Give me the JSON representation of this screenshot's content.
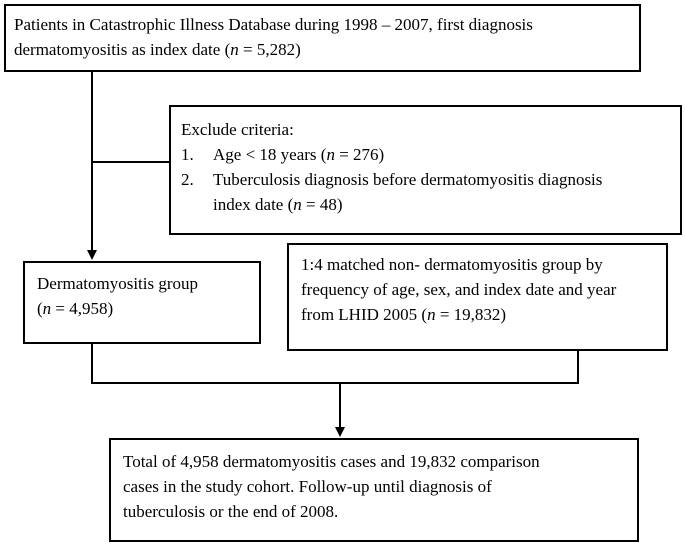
{
  "flowchart": {
    "source_box": {
      "line1": "Patients in Catastrophic Illness Database during 1998 – 2007, first diagnosis",
      "line2_pre": "dermatomyositis as index date (",
      "n_label": "n",
      "line2_post": " = 5,282)"
    },
    "exclude_box": {
      "heading": "Exclude criteria:",
      "items": [
        {
          "number": "1.",
          "pre": "Age < 18 years (",
          "n_label": "n",
          "post": " = 276)"
        },
        {
          "number": "2.",
          "line1": "Tuberculosis diagnosis before dermatomyositis diagnosis",
          "pre": "index date (",
          "n_label": "n",
          "post": " = 48)"
        }
      ]
    },
    "dm_group_box": {
      "line1": "Dermatomyositis group",
      "pre": "(",
      "n_label": "n",
      "post": " = 4,958)"
    },
    "comparison_box": {
      "line1": "1:4 matched non- dermatomyositis group by",
      "line2": "frequency of age, sex, and index date and year",
      "pre": "from LHID 2005 (",
      "n_label": "n",
      "post": " = 19,832)"
    },
    "total_box": {
      "line1": "Total of 4,958 dermatomyositis cases and 19,832 comparison",
      "line2": "cases in the study cohort. Follow-up until diagnosis of",
      "line3": "tuberculosis or the end of 2008."
    }
  },
  "colors": {
    "line": "#000000",
    "box_border": "#000000",
    "background": "#ffffff"
  }
}
